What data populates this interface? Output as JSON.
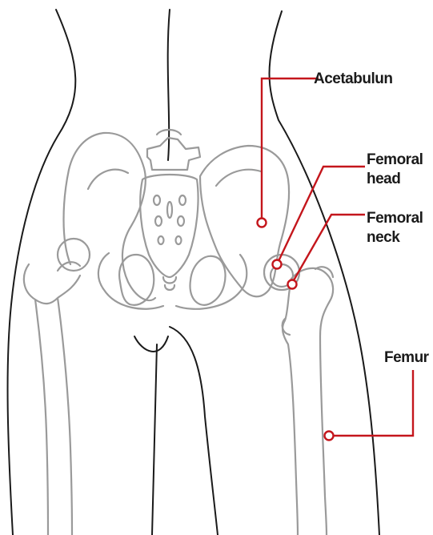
{
  "colors": {
    "background": "#ffffff",
    "body_outline": "#1a1a1a",
    "bone_outline": "#9a9a9a",
    "callout": "#c4161c",
    "label_text": "#1a1a1a"
  },
  "labels": {
    "acetabulum": "Acetabulun",
    "femoral_head_line1": "Femoral",
    "femoral_head_line2": "head",
    "femoral_neck_line1": "Femoral",
    "femoral_neck_line2": "neck",
    "femur": "Femur"
  }
}
